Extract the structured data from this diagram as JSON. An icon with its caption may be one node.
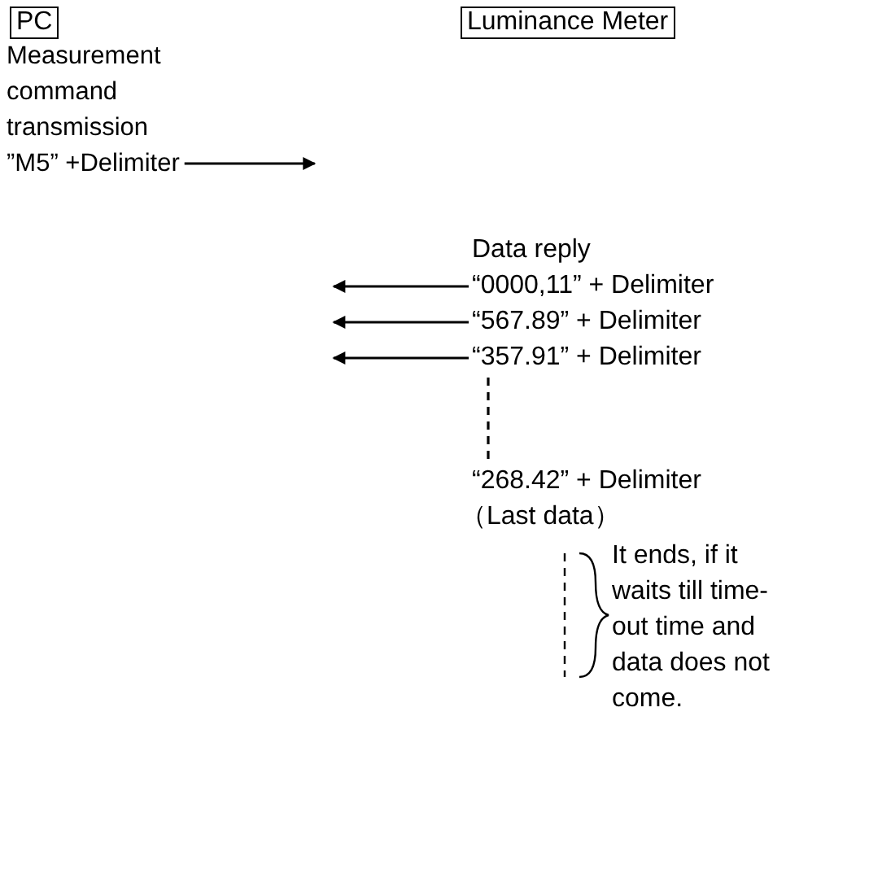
{
  "diagram": {
    "nodes": [
      {
        "text": [
          "PC"
        ]
      },
      {
        "text": [
          "Luminance Meter"
        ]
      },
      {
        "text": [
          "Measurement command transmission ”M5” +Delimiter"
        ]
      },
      {
        "text": [
          "“0000,11” + Delimiter"
        ]
      },
      {
        "text": [
          "“567.89” + Delimiter"
        ]
      },
      {
        "text": [
          "“357.91” + Delimiter"
        ]
      },
      {
        "text": [
          "“268.42” + Delimiter"
        ]
      }
    ],
    "edges": [
      {
        "from": 2,
        "to": null,
        "arrow": "to"
      },
      {
        "from": 3,
        "to": null,
        "arrow": "to"
      },
      {
        "from": 4,
        "to": null,
        "arrow": "to"
      },
      {
        "from": 5,
        "to": null,
        "arrow": "to"
      },
      {
        "from": 5,
        "to": 6,
        "arrow": "none",
        "style": "dashed"
      }
    ],
    "labels": [
      "Data reply",
      "（Last data）",
      "It ends, if it waits till time-out time and data does not come."
    ]
  }
}
